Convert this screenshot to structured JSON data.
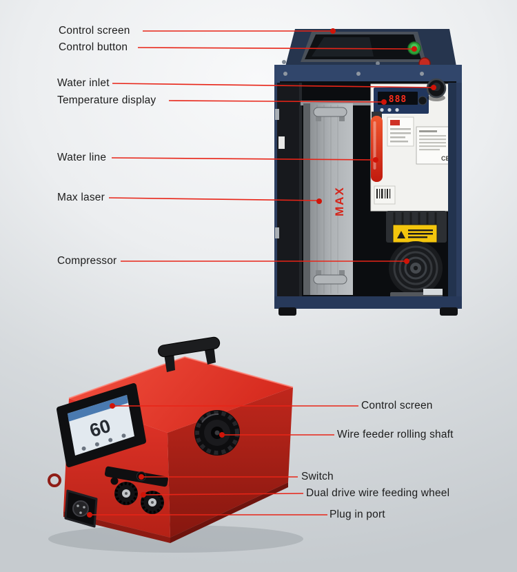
{
  "colors": {
    "annotation_line": "#e82417",
    "annotation_dot": "#d01408",
    "label_text": "#1c1c1c",
    "machine_frame_navy": "#2c3e5f",
    "machine_body_red": "#d6281d",
    "warning_sticker_yellow": "#f3c50d",
    "green_button": "#2ea13a"
  },
  "top_diagram": {
    "labels": [
      {
        "text": "Control screen"
      },
      {
        "text": "Control button"
      },
      {
        "text": "Water inlet"
      },
      {
        "text": "Temperature display"
      },
      {
        "text": "Water line"
      },
      {
        "text": "Max laser"
      },
      {
        "text": "Compressor"
      }
    ],
    "machine": {
      "laser_brand": "MAX",
      "temperature_readout": "888",
      "spec_label_mark": "CE"
    }
  },
  "bottom_diagram": {
    "labels": [
      {
        "text": "Control screen"
      },
      {
        "text": "Wire feeder rolling shaft"
      },
      {
        "text": "Switch"
      },
      {
        "text": "Dual drive wire feeding wheel"
      },
      {
        "text": "Plug in port"
      }
    ],
    "machine": {
      "screen_readout": "60"
    }
  }
}
